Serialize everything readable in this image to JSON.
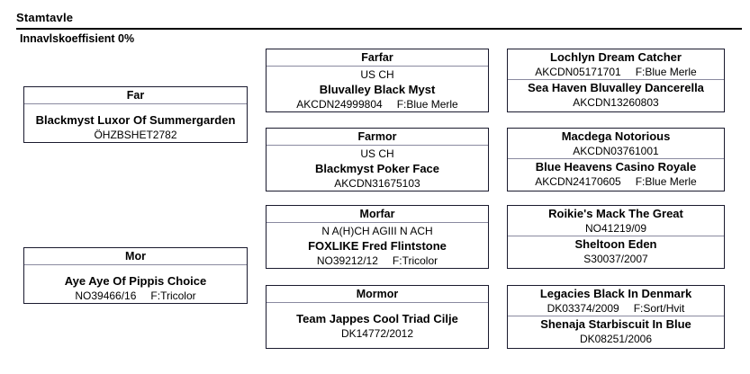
{
  "header": {
    "title": "Stamtavle",
    "coefficient": "Innavlskoeffisient 0%"
  },
  "parents": [
    {
      "label": "Far",
      "titles": "",
      "name": "Blackmyst Luxor Of Summergarden",
      "reg": "ÖHZBSHET2782",
      "color": ""
    },
    {
      "label": "Mor",
      "titles": "",
      "name": "Aye Aye Of Pippis Choice",
      "reg": "NO39466/16",
      "color": "F:Tricolor"
    }
  ],
  "grandparents": [
    {
      "label": "Farfar",
      "titles": "US CH",
      "name": "Bluvalley Black Myst",
      "reg": "AKCDN24999804",
      "color": "F:Blue Merle"
    },
    {
      "label": "Farmor",
      "titles": "US CH",
      "name": "Blackmyst Poker Face",
      "reg": "AKCDN31675103",
      "color": ""
    },
    {
      "label": "Morfar",
      "titles": "N A(H)CH AGIII N ACH",
      "name": "FOXLIKE Fred Flintstone",
      "reg": "NO39212/12",
      "color": "F:Tricolor"
    },
    {
      "label": "Mormor",
      "titles": "",
      "name": "Team Jappes Cool Triad Cilje",
      "reg": "DK14772/2012",
      "color": ""
    }
  ],
  "great_grandparents": [
    {
      "top": {
        "name": "Lochlyn Dream Catcher",
        "reg": "AKCDN05171701",
        "color": "F:Blue Merle"
      },
      "bottom": {
        "name": "Sea Haven Bluvalley Dancerella",
        "reg": "AKCDN13260803",
        "color": ""
      }
    },
    {
      "top": {
        "name": "Macdega Notorious",
        "reg": "AKCDN03761001",
        "color": ""
      },
      "bottom": {
        "name": "Blue Heavens Casino Royale",
        "reg": "AKCDN24170605",
        "color": "F:Blue Merle"
      }
    },
    {
      "top": {
        "name": "Roikie's Mack The Great",
        "reg": "NO41219/09",
        "color": ""
      },
      "bottom": {
        "name": "Sheltoon Eden",
        "reg": "S30037/2007",
        "color": ""
      }
    },
    {
      "top": {
        "name": "Legacies Black In Denmark",
        "reg": "DK03374/2009",
        "color": "F:Sort/Hvit"
      },
      "bottom": {
        "name": "Shenaja Starbiscuit In Blue",
        "reg": "DK08251/2006",
        "color": ""
      }
    }
  ],
  "colors": {
    "border": "#1a1a2e",
    "divider": "#8a8aa0",
    "text": "#000000",
    "background": "#ffffff"
  }
}
